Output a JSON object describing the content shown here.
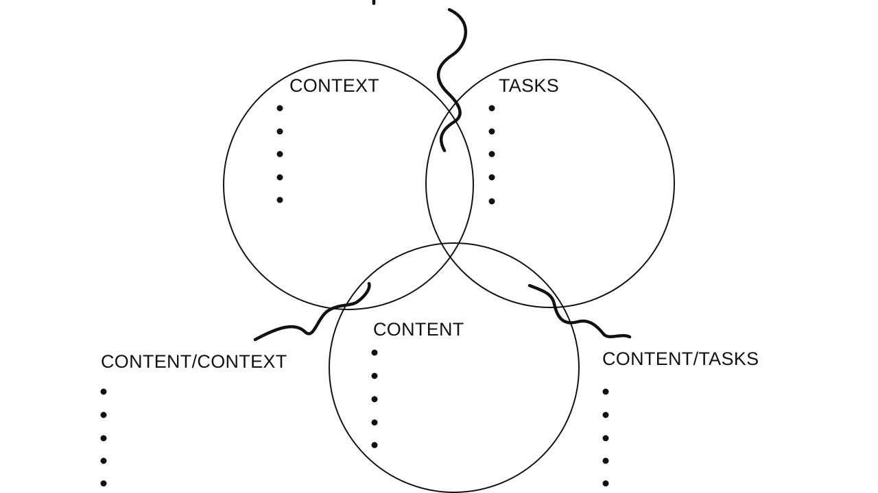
{
  "diagram": {
    "labels": {
      "context": "CONTEXT",
      "tasks": "TASKS",
      "content": "CONTENT",
      "content_context": "CONTENT/CONTEXT",
      "content_tasks": "CONTENT/TASKS"
    },
    "colors": {
      "ink": "#111111",
      "background": "#ffffff"
    }
  }
}
